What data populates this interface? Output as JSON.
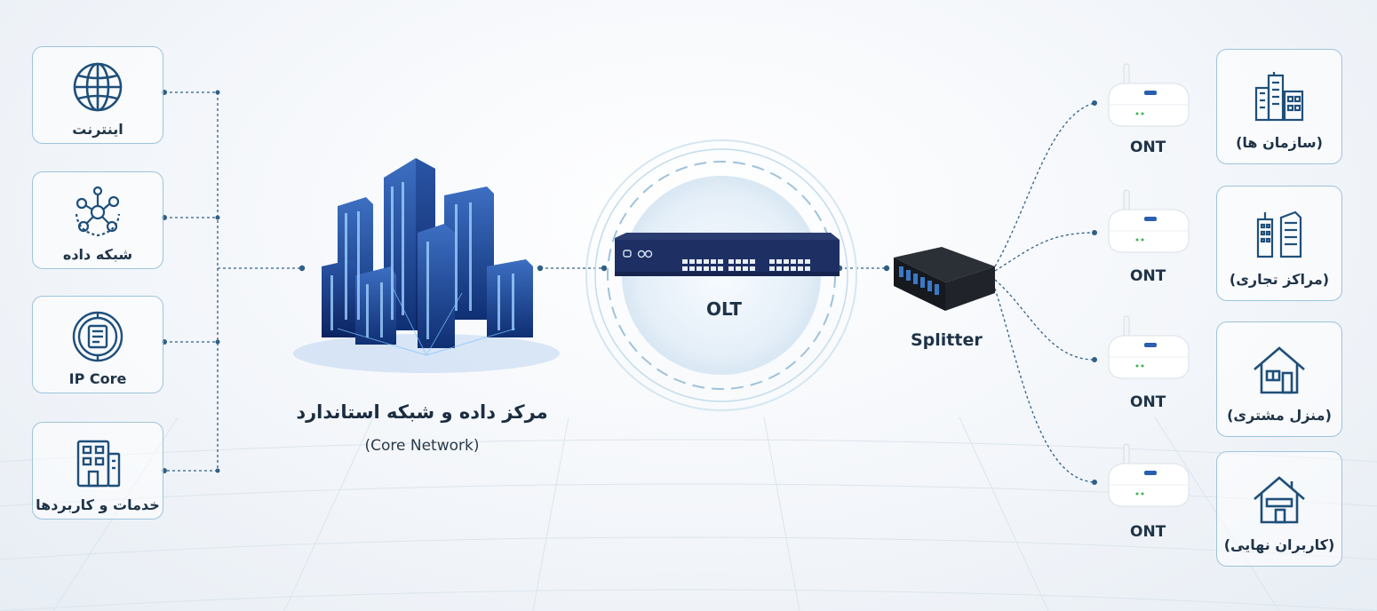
{
  "left_services": [
    {
      "label": "اینترنت",
      "icon": "globe-icon"
    },
    {
      "label": "شبکه داده",
      "icon": "network-icon"
    },
    {
      "label": "IP Core",
      "icon": "ip-core-icon"
    },
    {
      "label": "خدمات و کاربردها",
      "icon": "building-services-icon"
    }
  ],
  "core": {
    "title": "مرکز داده و شبکه استاندارد",
    "subtitle": "(Core Network)"
  },
  "olt": {
    "label": "OLT"
  },
  "splitter": {
    "label": "Splitter"
  },
  "onts": [
    {
      "label": "ONT"
    },
    {
      "label": "ONT"
    },
    {
      "label": "ONT"
    },
    {
      "label": "ONT"
    }
  ],
  "right_clients": [
    {
      "label": "(سازمان ها)",
      "icon": "organization-buildings-icon"
    },
    {
      "label": "(مراکز تجاری)",
      "icon": "commercial-buildings-icon"
    },
    {
      "label": "(منزل مشتری)",
      "icon": "house-icon"
    },
    {
      "label": "(کاربران نهایی)",
      "icon": "home-user-icon"
    }
  ],
  "colors": {
    "accent": "#1f4f7a",
    "card_border": "#9ec3dc",
    "line": "#2f5f86",
    "device_navy": "#1d2f63"
  }
}
